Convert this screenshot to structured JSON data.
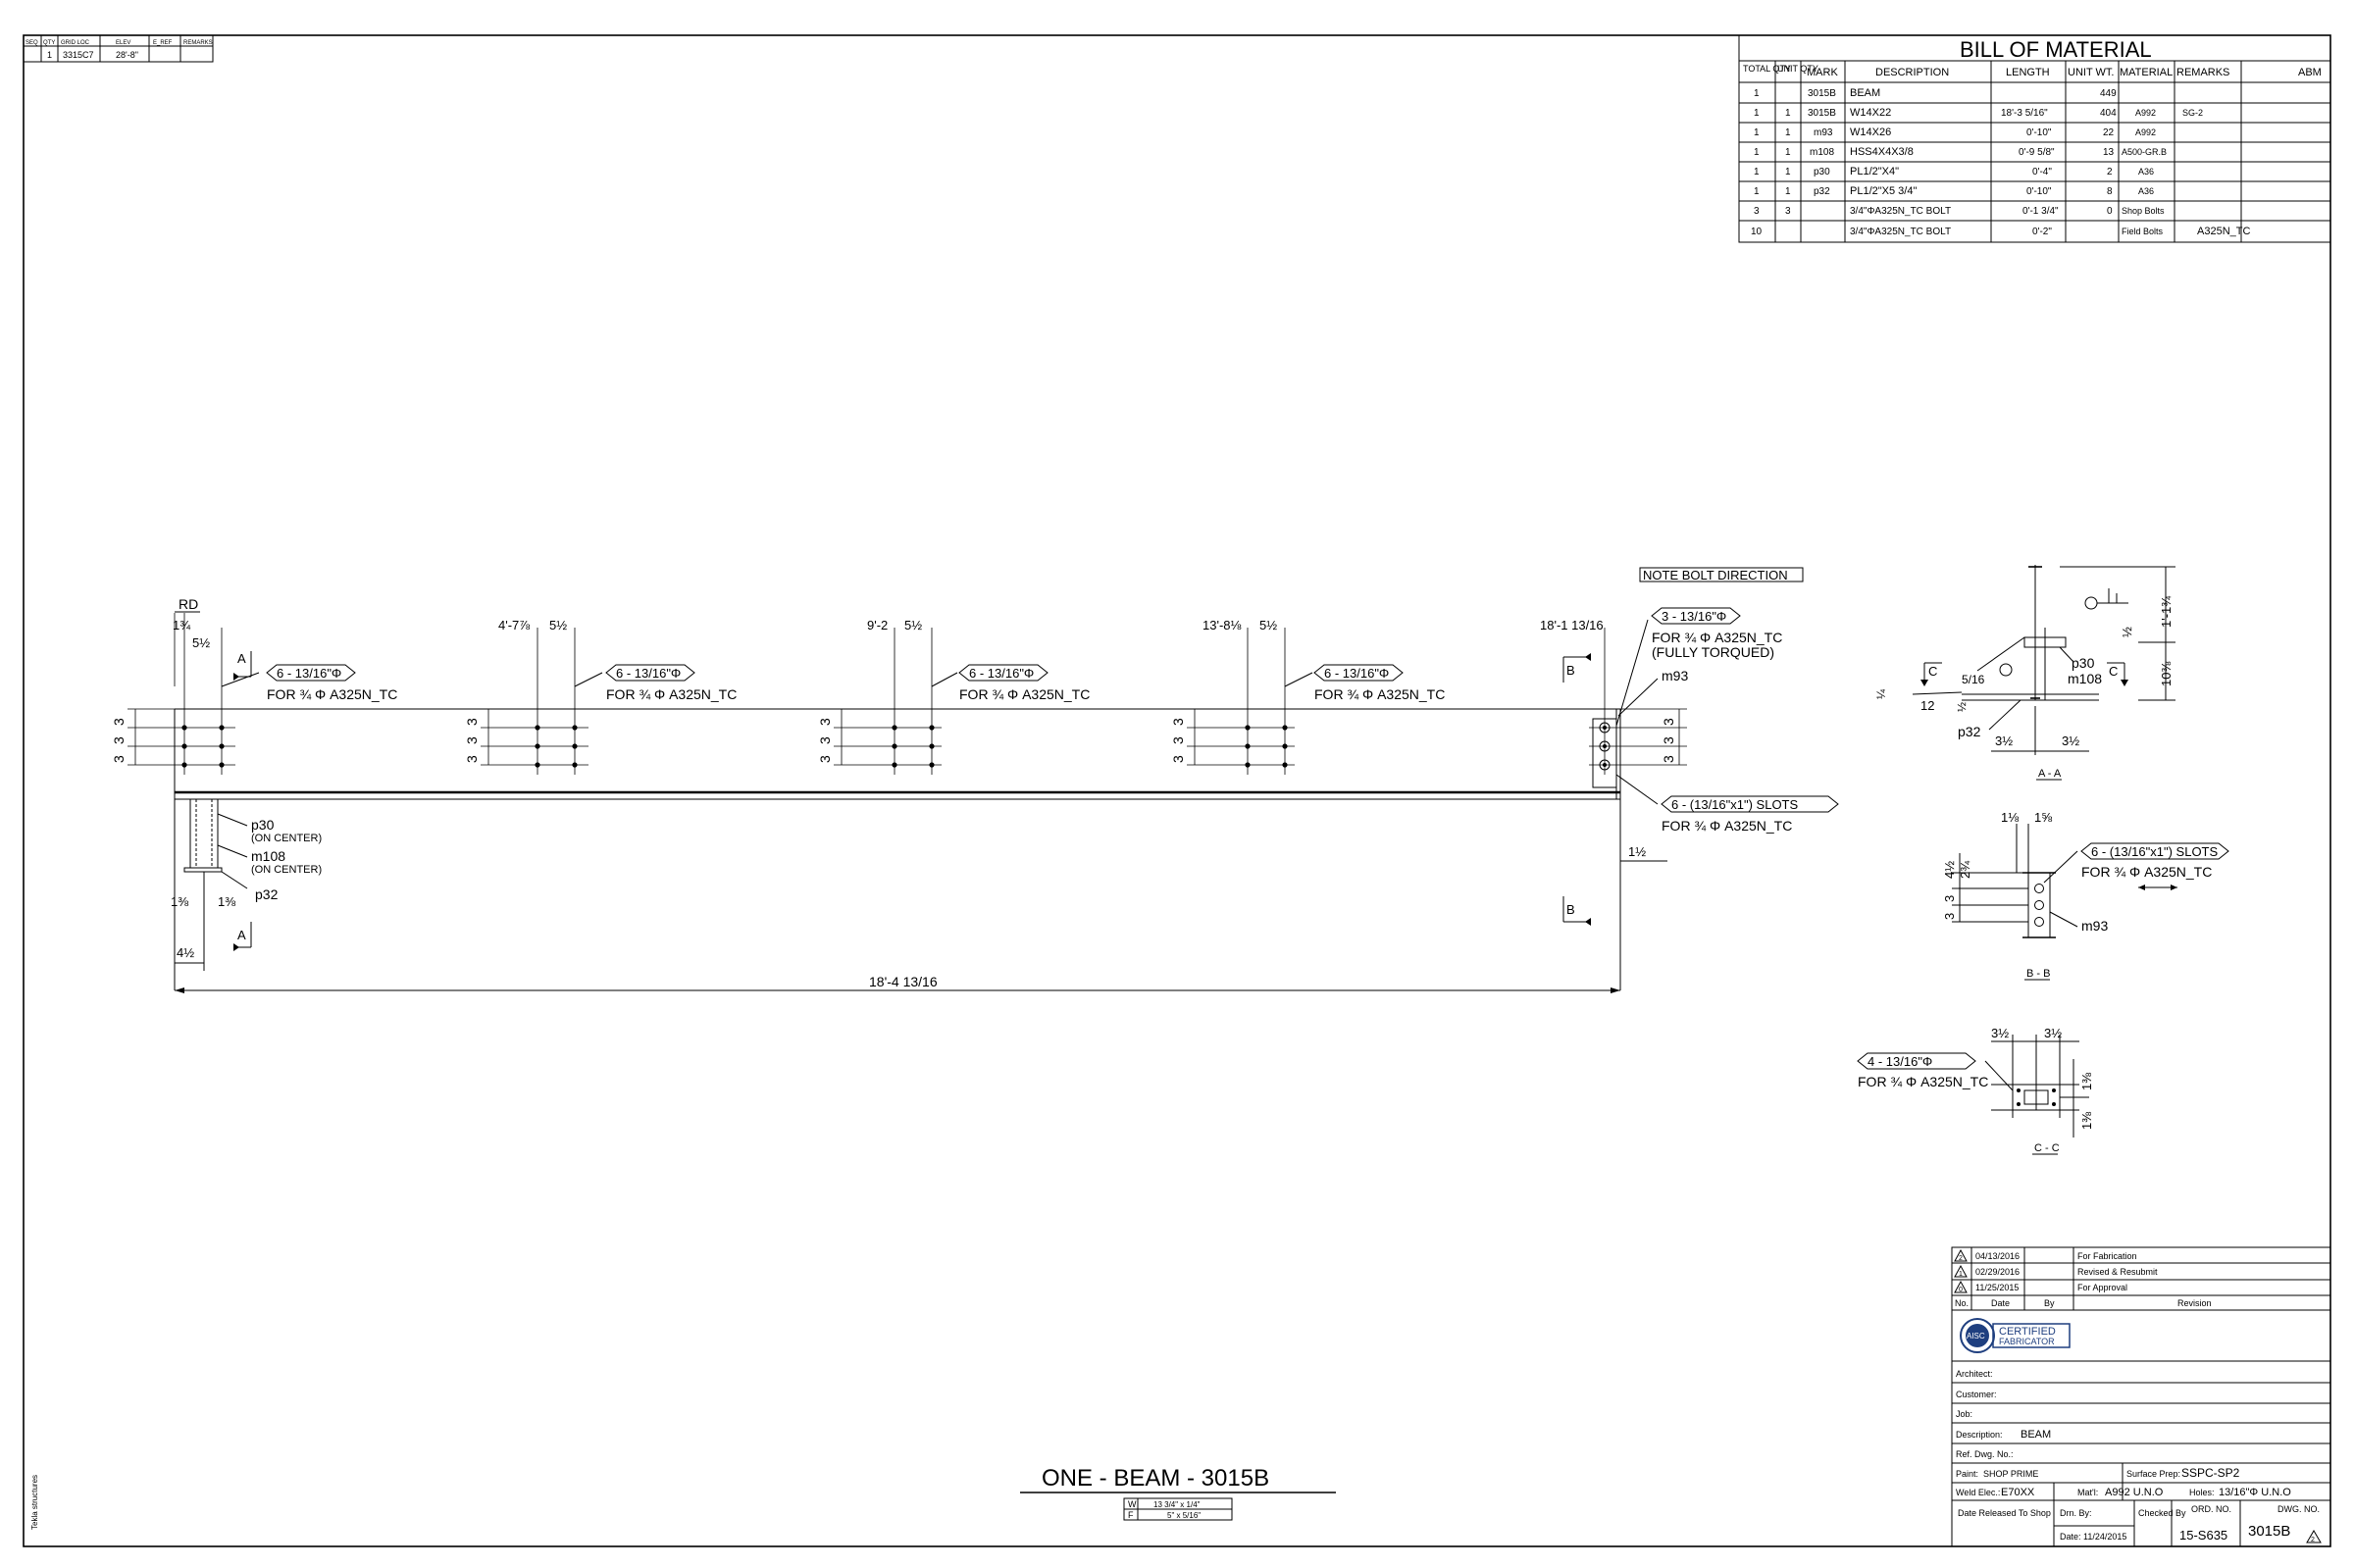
{
  "header_strip": {
    "columns": [
      "SEQ",
      "QTY",
      "GRID LOC",
      "ELEV",
      "E_REF",
      "REMARKS"
    ],
    "row": [
      "",
      "1",
      "3315C7",
      "",
      "28'-8\"",
      ""
    ]
  },
  "bom": {
    "title": "BILL OF MATERIAL",
    "headers": {
      "total_qty": "TOTAL QTY",
      "unit_qty": "UNIT QTY",
      "mark": "MARK",
      "description": "DESCRIPTION",
      "length": "LENGTH",
      "unit_wt": "UNIT WT.",
      "material": "MATERIAL",
      "remarks": "REMARKS",
      "abm": "ABM"
    },
    "rows": [
      {
        "total": "1",
        "unit": "",
        "mark": "3015B",
        "desc": "BEAM",
        "length": "",
        "wt": "449",
        "material": "",
        "remarks": ""
      },
      {
        "total": "1",
        "unit": "1",
        "mark": "3015B",
        "desc": "W14X22",
        "length": "18'-3 5/16\"",
        "wt": "404",
        "material": "A992",
        "remarks": "SG-2"
      },
      {
        "total": "1",
        "unit": "1",
        "mark": "m93",
        "desc": "W14X26",
        "length": "0'-10\"",
        "wt": "22",
        "material": "A992",
        "remarks": ""
      },
      {
        "total": "1",
        "unit": "1",
        "mark": "m108",
        "desc": "HSS4X4X3/8",
        "length": "0'-9 5/8\"",
        "wt": "13",
        "material": "A500-GR.B",
        "remarks": ""
      },
      {
        "total": "1",
        "unit": "1",
        "mark": "p30",
        "desc": "PL1/2\"X4\"",
        "length": "0'-4\"",
        "wt": "2",
        "material": "A36",
        "remarks": ""
      },
      {
        "total": "1",
        "unit": "1",
        "mark": "p32",
        "desc": "PL1/2\"X5 3/4\"",
        "length": "0'-10\"",
        "wt": "8",
        "material": "A36",
        "remarks": ""
      },
      {
        "total": "3",
        "unit": "3",
        "mark": "",
        "desc": "3/4\"ΦA325N_TC BOLT",
        "length": "0'-1 3/4\"",
        "wt": "0",
        "material": "Shop Bolts",
        "remarks": ""
      },
      {
        "total": "10",
        "unit": "",
        "mark": "",
        "desc": "3/4\"ΦA325N_TC BOLT",
        "length": "0'-2\"",
        "wt": "",
        "material": "Field Bolts",
        "remarks": "A325N_TC"
      }
    ]
  },
  "elevation": {
    "note_bolt_direction": "NOTE BOLT DIRECTION",
    "rd": "RD",
    "groups": [
      {
        "loc": "",
        "edge": "1¾",
        "gage": "5½",
        "holes": "6 - 13/16\"Φ",
        "bolts": "FOR ¾ Φ A325N_TC"
      },
      {
        "loc": "4'-7⅞",
        "edge": "",
        "gage": "5½",
        "holes": "6 - 13/16\"Φ",
        "bolts": "FOR ¾ Φ A325N_TC"
      },
      {
        "loc": "9'-2",
        "edge": "",
        "gage": "5½",
        "holes": "6 - 13/16\"Φ",
        "bolts": "FOR ¾ Φ A325N_TC"
      },
      {
        "loc": "13'-8⅛",
        "edge": "",
        "gage": "5½",
        "holes": "6 - 13/16\"Φ",
        "bolts": "FOR ¾ Φ A325N_TC"
      }
    ],
    "end_loc": "18'-1 13/16",
    "end_holes": "3 - 13/16\"Φ",
    "end_bolts": "FOR ¾ Φ A325N_TC",
    "end_note": "(FULLY TORQUED)",
    "end_mark": "m93",
    "slots": "6 - (13/16\"x1\") SLOTS",
    "slots_bolts": "FOR ¾ Φ A325N_TC",
    "end_dim": "1½",
    "spacing": "3",
    "section_a": "A",
    "section_b": "B",
    "p30": "p30",
    "p30_note": "(ON CENTER)",
    "m108": "m108",
    "m108_note": "(ON CENTER)",
    "p32": "p32",
    "dim_a": "1⅜",
    "dim_b": "1⅜",
    "dim_c": "4½",
    "overall": "18'-4 13/16"
  },
  "section_aa": {
    "label": "A - A",
    "c": "C",
    "dim_top": "1'-1¾",
    "dim_half": "½",
    "dim_side": "10⅜",
    "p30": "p30",
    "m108": "m108",
    "p32": "p32",
    "weld_a": "5/16",
    "weld_b": "¼",
    "twelve": "12",
    "half2": "½",
    "d1": "3½",
    "d2": "3½"
  },
  "section_bb": {
    "label": "B - B",
    "d1": "1⅛",
    "d2": "1⅝",
    "d3": "4½",
    "d4": "2¾",
    "d5": "3",
    "slots": "6 - (13/16\"x1\") SLOTS",
    "bolts": "FOR ¾ Φ A325N_TC",
    "mark": "m93"
  },
  "section_cc": {
    "label": "C - C",
    "d1": "3½",
    "d2": "3½",
    "d3": "1⅜",
    "d4": "1⅜",
    "holes": "4 - 13/16\"Φ",
    "bolts": "FOR ¾ Φ A325N_TC"
  },
  "title": {
    "main": "ONE - BEAM - 3015B",
    "w_label": "W",
    "w_value": "13 3/4\" x 1/4\"",
    "f_label": "F",
    "f_value": "5\" x 5/16\""
  },
  "side_note": "Tekla structures",
  "title_block": {
    "revisions": [
      {
        "no": "2",
        "date": "04/13/2016",
        "desc": "For Fabrication"
      },
      {
        "no": "1",
        "date": "02/29/2016",
        "desc": "Revised & Resubmit"
      },
      {
        "no": "0",
        "date": "11/25/2015",
        "desc": "For Approval"
      }
    ],
    "rev_headers": {
      "no": "No.",
      "date": "Date",
      "by": "By",
      "revision": "Revision"
    },
    "logo_text": "AISC",
    "logo_line1": "CERTIFIED",
    "logo_line2": "FABRICATOR",
    "architect": "Architect:",
    "customer": "Customer:",
    "job": "Job:",
    "description_label": "Description:",
    "description_value": "BEAM",
    "ref_dwg": "Ref. Dwg. No.:",
    "paint_label": "Paint:",
    "paint_value": "SHOP PRIME",
    "surface_label": "Surface Prep:",
    "surface_value": "SSPC-SP2",
    "weld_label": "Weld Elec.:",
    "weld_value": "E70XX",
    "matl_label": "Mat'l:",
    "matl_value": "A992 U.N.O",
    "holes_label": "Holes:",
    "holes_value": "13/16\"Φ U.N.O",
    "released": "Date Released To Shop",
    "drn_by": "Drn. By:",
    "date_label": "Date:",
    "date_value": "11/24/2015",
    "checked_by": "Checked By",
    "ord_label": "ORD. NO.",
    "ord_value": "15-S635",
    "dwg_label": "DWG. NO.",
    "dwg_value": "3015B",
    "rev_mark": "2"
  }
}
